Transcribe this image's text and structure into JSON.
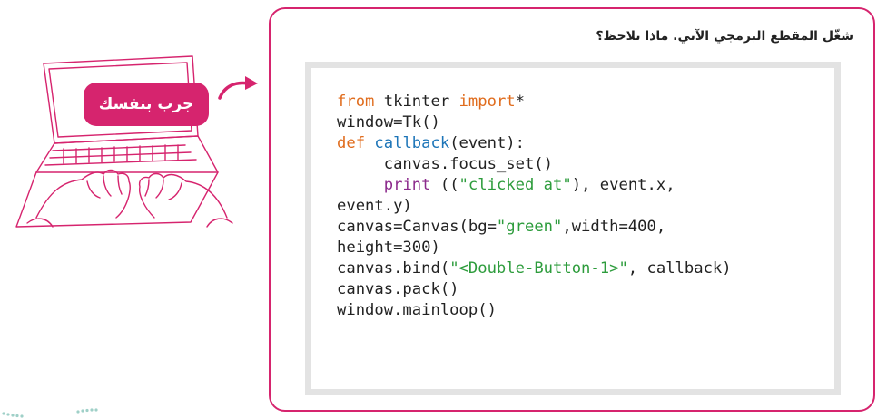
{
  "badge": {
    "label": "جرب بنفسك"
  },
  "instruction": "شغّل المقطع البرمجي الآتي. ماذا تلاحظ؟",
  "code": {
    "lines": [
      [
        {
          "t": "from",
          "c": "kw-o"
        },
        {
          "t": " tkinter "
        },
        {
          "t": "import",
          "c": "kw-o"
        },
        {
          "t": "*"
        }
      ],
      [
        {
          "t": "window=Tk()"
        }
      ],
      [
        {
          "t": "def",
          "c": "kw-o"
        },
        {
          "t": " "
        },
        {
          "t": "callback",
          "c": "kw-b"
        },
        {
          "t": "(event):"
        }
      ],
      [
        {
          "t": "     canvas.focus_set()"
        }
      ],
      [
        {
          "t": "     "
        },
        {
          "t": "print",
          "c": "kw-p"
        },
        {
          "t": " (("
        },
        {
          "t": "\"clicked at\"",
          "c": "str"
        },
        {
          "t": "), event.x,"
        }
      ],
      [
        {
          "t": "event.y)"
        }
      ],
      [
        {
          "t": "canvas=Canvas(bg="
        },
        {
          "t": "\"green\"",
          "c": "str"
        },
        {
          "t": ",width=400,"
        }
      ],
      [
        {
          "t": "height=300)"
        }
      ],
      [
        {
          "t": "canvas.bind("
        },
        {
          "t": "\"<Double-Button-1>\"",
          "c": "str"
        },
        {
          "t": ", callback)"
        }
      ],
      [
        {
          "t": "canvas.pack()"
        }
      ],
      [
        {
          "t": "window.mainloop()"
        }
      ]
    ]
  },
  "colors": {
    "accent": "#d6246e",
    "code_border": "#e3e3e3"
  },
  "icons": {
    "illustration": "laptop-typing-hands-icon",
    "arrow": "curved-arrow-icon"
  }
}
